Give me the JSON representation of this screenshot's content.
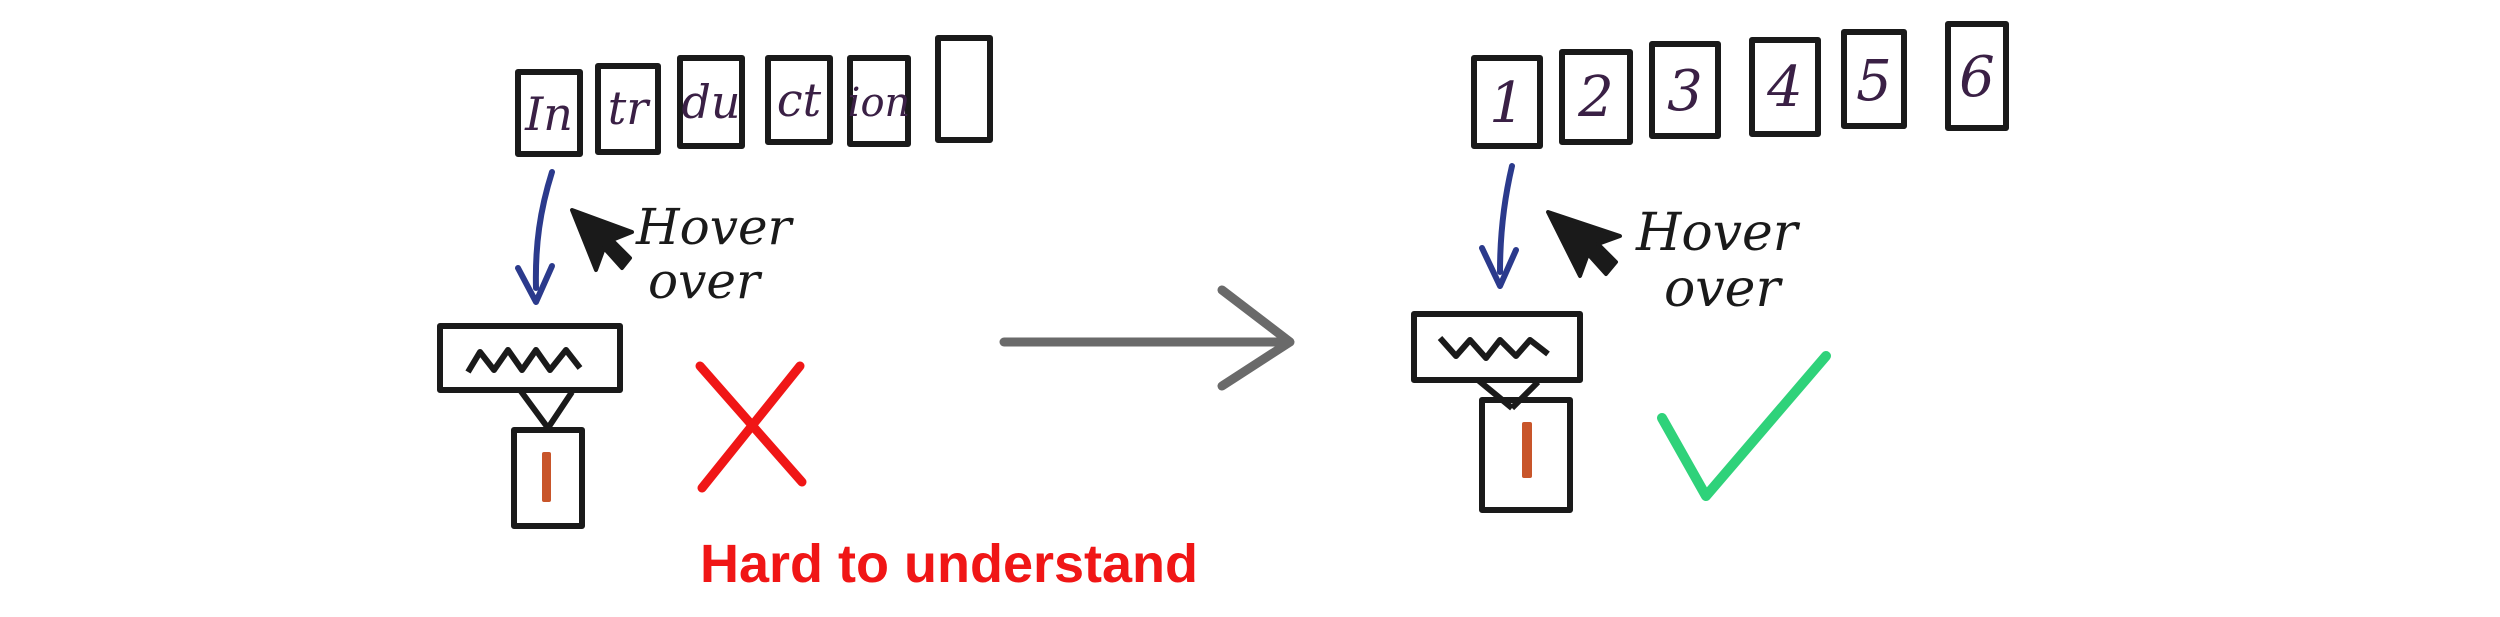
{
  "left_panel": {
    "tabs": [
      "In",
      "tr",
      "du",
      "ct",
      "ion",
      ""
    ],
    "hover_label": [
      "Hover",
      "over"
    ],
    "tooltip_text": "~",
    "thumb_value": "1",
    "verdict": "✕",
    "caption": "Hard to understand"
  },
  "right_panel": {
    "tabs": [
      "1",
      "2",
      "3",
      "4",
      "5",
      "6"
    ],
    "hover_label": [
      "Hover",
      "over"
    ],
    "tooltip_text": "~",
    "thumb_value": "1",
    "verdict": "✓"
  },
  "colors": {
    "ink": "#1a1a1a",
    "tab_text": "#3a2045",
    "pointer_arrow": "#2b3a8c",
    "orange_bar": "#c8552a",
    "bad": "#f01616",
    "good": "#2fd27a",
    "transition_arrow": "#6a6a6a"
  }
}
